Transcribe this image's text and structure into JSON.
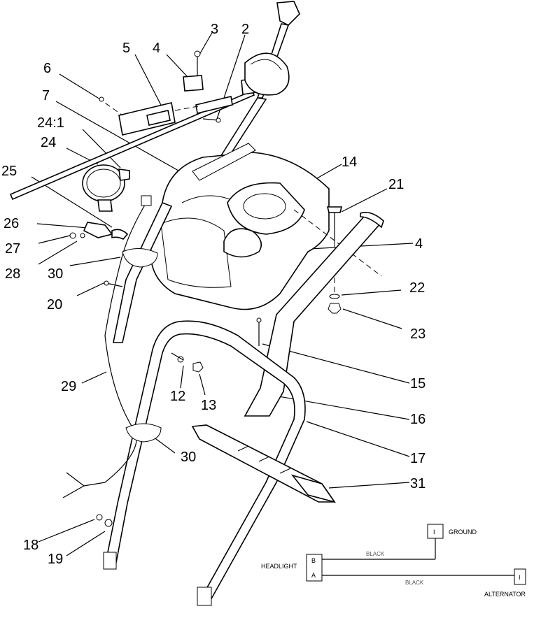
{
  "callouts": [
    "3",
    "2",
    "5",
    "4",
    "6",
    "7",
    "24:1",
    "24",
    "14",
    "21",
    "25",
    "26",
    "27",
    "4",
    "28",
    "30",
    "20",
    "22",
    "23",
    "15",
    "29",
    "12",
    "13",
    "16",
    "30",
    "17",
    "31",
    "18",
    "19"
  ],
  "wiring": {
    "ground": "GROUND",
    "headlight": "HEADLIGHT",
    "alternator": "ALTERNATOR",
    "terminal_b": "B",
    "terminal_a": "A",
    "connector_ground": "I",
    "connector_alternator": "I",
    "wire_b": "BLACK",
    "wire_a": "BLACK"
  }
}
